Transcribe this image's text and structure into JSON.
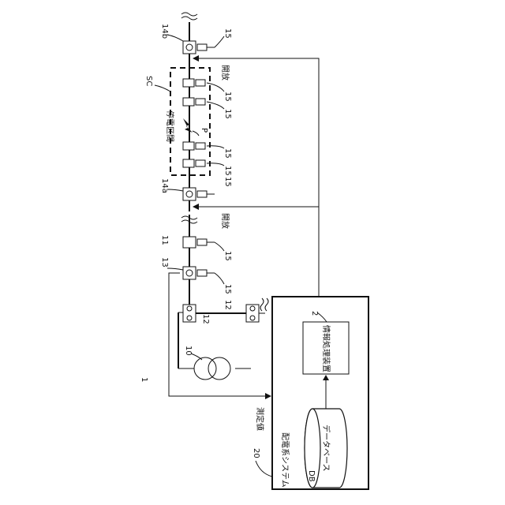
{
  "figure": {
    "ref_main": "1",
    "system_title": "配電系システム",
    "system_ref": "20",
    "info_device": "情報処理装置",
    "info_device_ref": "2",
    "database": "データベース",
    "database_ref": "DB",
    "measured_value": "測定値",
    "transformer_ref": "10",
    "breaker_ref": "12",
    "switch_ref_13": "13",
    "switch_ref_11": "11",
    "sensor_ref": "15",
    "switch_ref_14a": "14a",
    "switch_ref_14b": "14b",
    "open_label": "開放",
    "outage_section": "停電区間",
    "section_ref": "SC",
    "fault_point": "P"
  }
}
